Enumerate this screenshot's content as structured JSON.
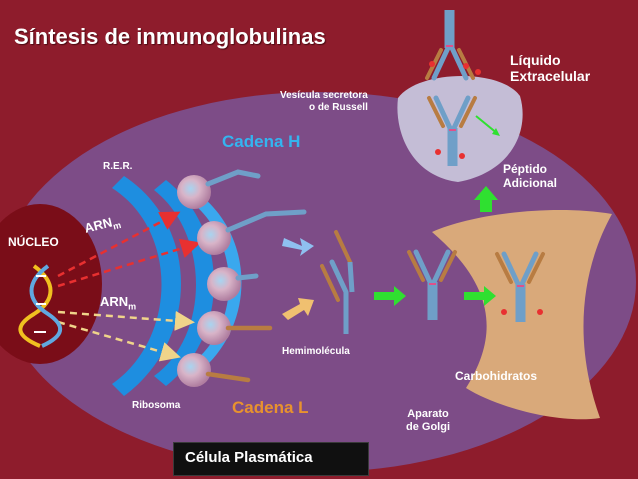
{
  "diagram": {
    "title": "Síntesis de inmunoglobulinas",
    "extracellular_label": [
      "Líquido",
      "Extracelular"
    ],
    "vesicle_label": [
      "Vesícula secretora",
      "o de Russell"
    ],
    "heavy_chain_label": "Cadena H",
    "light_chain_label": "Cadena L",
    "rer_label": "R.E.R.",
    "nucleus_label": "NÚCLEO",
    "mrna_label": "ARN",
    "mrna_subscript": "m",
    "peptide_label": [
      "Péptido",
      "Adicional"
    ],
    "half_molecule_label": "Hemimolécula",
    "carbohydrates_label": "Carbohidratos",
    "ribosome_label": "Ribosoma",
    "golgi_label": [
      "Aparato",
      "de Golgi"
    ],
    "cell_label": "Célula Plasmática"
  },
  "colors": {
    "background": "#8e1c2c",
    "cell": "#7d4c87",
    "nucleus": "#7a0d18",
    "rer": "#1e8ee0",
    "golgi": "#d9a97a",
    "vesicle": "#c4bdd6",
    "heavy_chain": "#6f9fc8",
    "light_chain": "#b87c42",
    "arrow_green": "#2fe030",
    "heavy_chain_text": "#34b4f0",
    "light_chain_text": "#e8922e"
  },
  "icons": [
    "dna-helix-icon",
    "ribosome-icon",
    "antibody-icon",
    "arrow-icon"
  ]
}
